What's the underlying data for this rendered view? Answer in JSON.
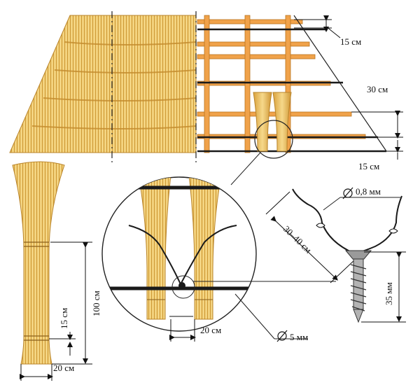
{
  "labels": {
    "lath_gap_top": "15 см",
    "lath_spacing": "30 см",
    "lath_gap_bottom": "15 см",
    "wire_diameter": "0,8 мм",
    "wire_length": "30–40 см",
    "screw_length": "35 мм",
    "bundle_length": "100 см",
    "bundle_tie_offset": "15 см",
    "bundle_diameter": "20 см",
    "bundle_gap": "20 см",
    "rod_diameter": "5 мм"
  },
  "colors": {
    "reed_light": "#f4d27a",
    "reed_mid": "#e3b24c",
    "reed_dark": "#b9842a",
    "batten": "#f0a24a",
    "batten_edge": "#b8741f",
    "wire": "#1a1a1a",
    "screw": "#8a8a8a"
  },
  "icons": {
    "diameter_symbol": "diameter-icon",
    "screw": "screw-icon"
  }
}
